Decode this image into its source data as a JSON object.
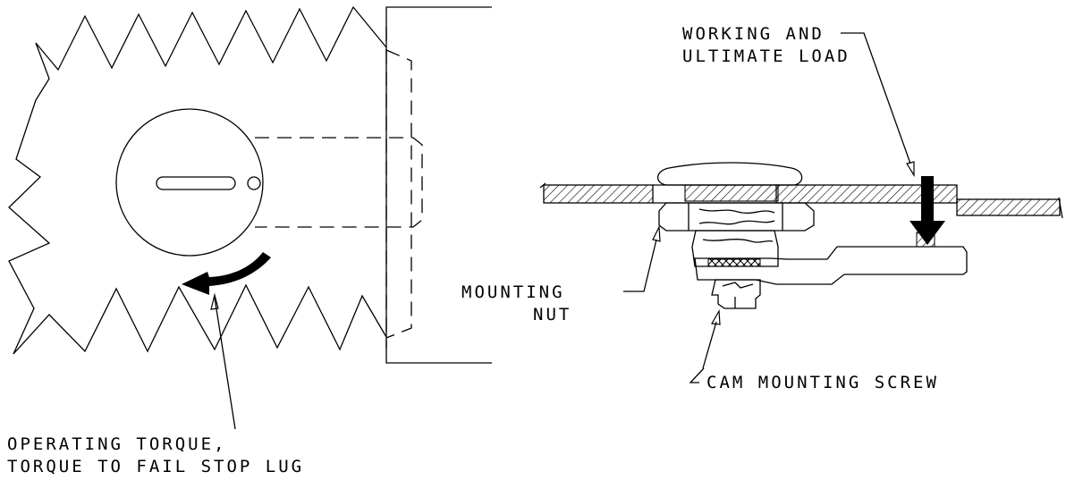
{
  "labels": {
    "working_load_1": "WORKING AND",
    "working_load_2": "ULTIMATE LOAD",
    "mounting_nut_1": "MOUNTING",
    "mounting_nut_2": "NUT",
    "cam_screw": "CAM MOUNTING SCREW",
    "torque_1": "OPERATING TORQUE,",
    "torque_2": "TORQUE TO FAIL STOP LUG"
  },
  "colors": {
    "ink": "#000000",
    "background": "#ffffff"
  }
}
